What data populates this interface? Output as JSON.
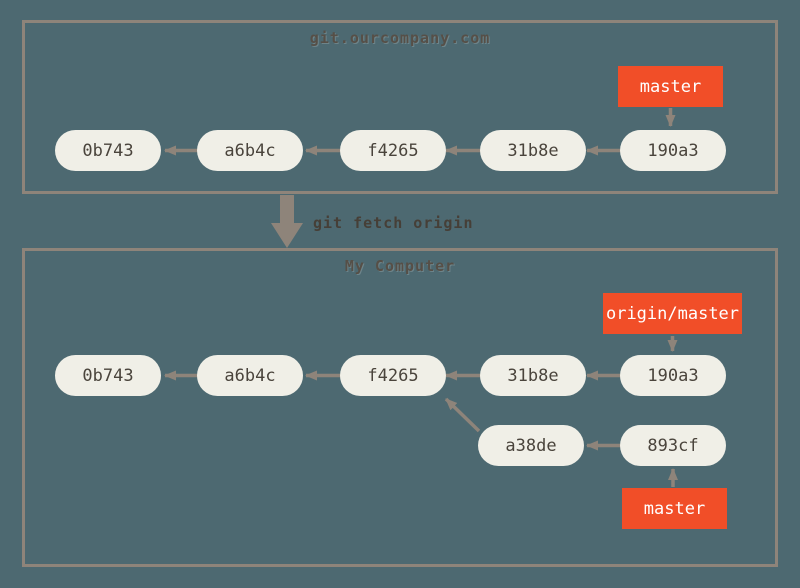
{
  "colors": {
    "background": "#4D6971",
    "box_border": "#8E847A",
    "arrow": "#8E847A",
    "node_fill": "#F0EFE7",
    "node_text": "#4A443C",
    "branch_label_bg": "#F14E28",
    "branch_label_text": "#FFFFFF",
    "title_text": "#564F47"
  },
  "remote_repo": {
    "title": "git.ourcompany.com",
    "branch_label": "master",
    "commits": [
      "0b743",
      "a6b4c",
      "f4265",
      "31b8e",
      "190a3"
    ]
  },
  "fetch_command": "git fetch origin",
  "local_repo": {
    "title": "My Computer",
    "remote_branch_label": "origin/master",
    "branch_label": "master",
    "commits": [
      "0b743",
      "a6b4c",
      "f4265",
      "31b8e",
      "190a3"
    ],
    "branch_commits": [
      "a38de",
      "893cf"
    ]
  }
}
